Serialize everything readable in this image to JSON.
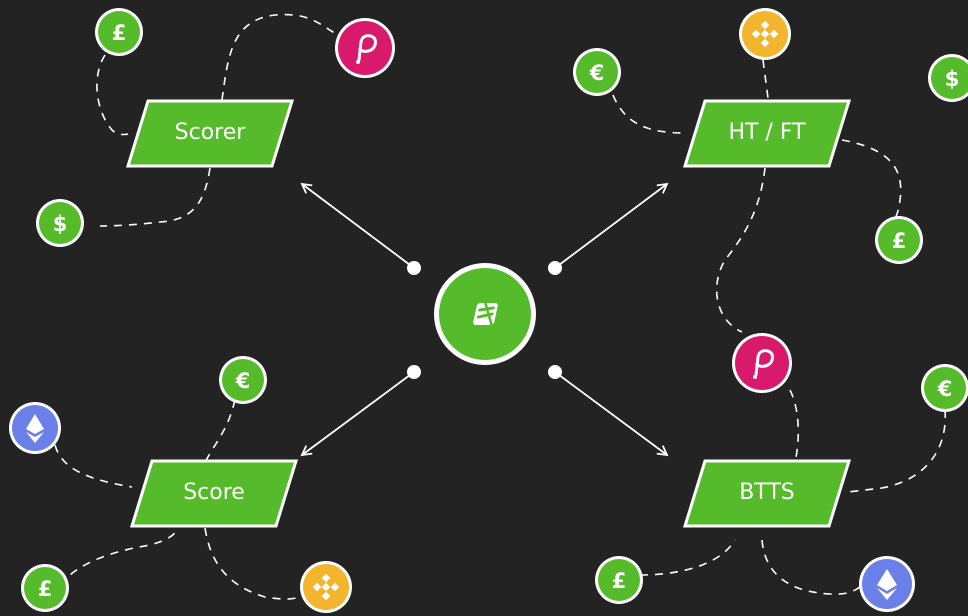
{
  "colors": {
    "background": "#232323",
    "green": "#55bb2b",
    "pink": "#d91a6c",
    "gold": "#f3b52e",
    "blue": "#6a80e8",
    "line": "#ffffff"
  },
  "center": {
    "icon": "bet-slip-icon"
  },
  "markets": [
    {
      "key": "scorer",
      "label": "Scorer"
    },
    {
      "key": "htft",
      "label": "HT / FT"
    },
    {
      "key": "score",
      "label": "Score"
    },
    {
      "key": "btts",
      "label": "BTTS"
    }
  ],
  "coins": [
    {
      "key": "pound-1",
      "glyph": "£",
      "kind": "green"
    },
    {
      "key": "polkadot-1",
      "glyph": "",
      "kind": "pink",
      "icon": "polkadot-icon"
    },
    {
      "key": "dollar-1",
      "glyph": "$",
      "kind": "green"
    },
    {
      "key": "binance-1",
      "glyph": "",
      "kind": "gold",
      "icon": "binance-icon"
    },
    {
      "key": "euro-1",
      "glyph": "€",
      "kind": "green"
    },
    {
      "key": "dollar-2",
      "glyph": "$",
      "kind": "green"
    },
    {
      "key": "pound-2",
      "glyph": "£",
      "kind": "green"
    },
    {
      "key": "polkadot-2",
      "glyph": "",
      "kind": "pink",
      "icon": "polkadot-icon"
    },
    {
      "key": "euro-2",
      "glyph": "€",
      "kind": "green"
    },
    {
      "key": "ethereum-1",
      "glyph": "",
      "kind": "blue",
      "icon": "ethereum-icon"
    },
    {
      "key": "euro-3",
      "glyph": "€",
      "kind": "green"
    },
    {
      "key": "pound-3",
      "glyph": "£",
      "kind": "green"
    },
    {
      "key": "binance-2",
      "glyph": "",
      "kind": "gold",
      "icon": "binance-icon"
    },
    {
      "key": "pound-4",
      "glyph": "£",
      "kind": "green"
    },
    {
      "key": "ethereum-2",
      "glyph": "",
      "kind": "blue",
      "icon": "ethereum-icon"
    }
  ]
}
